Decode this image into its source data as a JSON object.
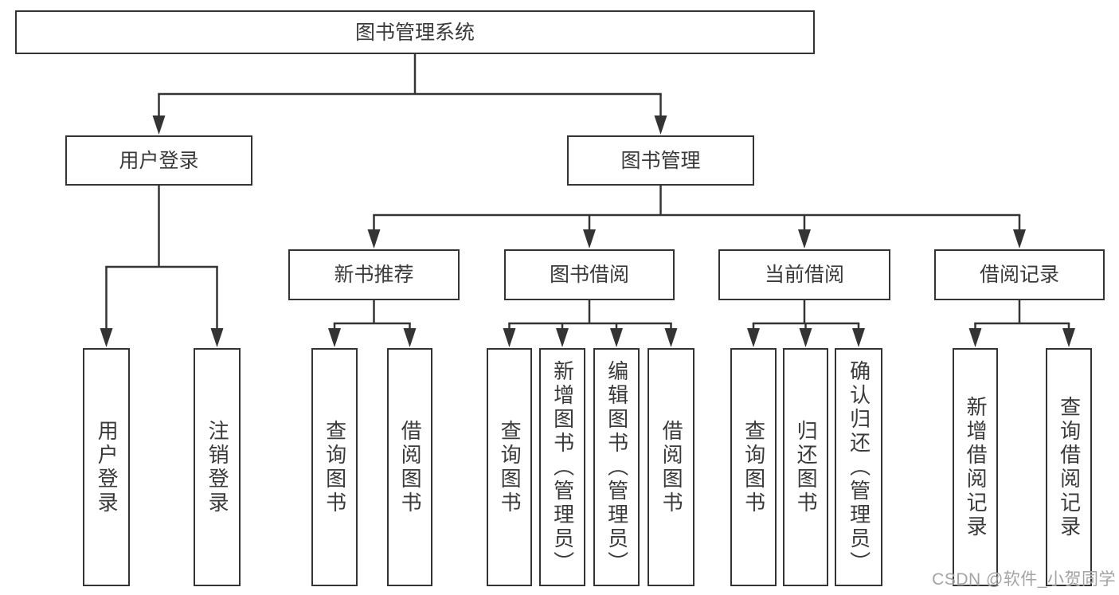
{
  "page": {
    "background": "#ffffff"
  },
  "colors": {
    "line": "#343434",
    "box_border": "#343434",
    "box_fill": "#ffffff",
    "text": "#3a3a3a",
    "watermark_text": "#9f9f9f"
  },
  "watermark": {
    "label": "CSDN @软件_小贺同学"
  },
  "diagram": {
    "title": "图书管理系统",
    "nodes": [
      {
        "id": "root",
        "label": "图书管理系统",
        "parent": null,
        "orientation": "horizontal"
      },
      {
        "id": "user-login",
        "label": "用户登录",
        "parent": "root",
        "orientation": "horizontal"
      },
      {
        "id": "book-mgmt",
        "label": "图书管理",
        "parent": "root",
        "orientation": "horizontal"
      },
      {
        "id": "new-book-rec",
        "label": "新书推荐",
        "parent": "book-mgmt",
        "orientation": "horizontal"
      },
      {
        "id": "book-borrow",
        "label": "图书借阅",
        "parent": "book-mgmt",
        "orientation": "horizontal"
      },
      {
        "id": "current-borrow",
        "label": "当前借阅",
        "parent": "book-mgmt",
        "orientation": "horizontal"
      },
      {
        "id": "borrow-record",
        "label": "借阅记录",
        "parent": "book-mgmt",
        "orientation": "horizontal"
      },
      {
        "id": "login-leaf",
        "label": "用户登录",
        "parent": "user-login",
        "orientation": "vertical"
      },
      {
        "id": "logout-leaf",
        "label": "注销登录",
        "parent": "user-login",
        "orientation": "vertical"
      },
      {
        "id": "rec-query-book",
        "label": "查询图书",
        "parent": "new-book-rec",
        "orientation": "vertical"
      },
      {
        "id": "rec-borrow-book",
        "label": "借阅图书",
        "parent": "new-book-rec",
        "orientation": "vertical"
      },
      {
        "id": "bb-query-book",
        "label": "查询图书",
        "parent": "book-borrow",
        "orientation": "vertical"
      },
      {
        "id": "bb-add-book",
        "label": "新增图书（管理员）",
        "parent": "book-borrow",
        "orientation": "vertical"
      },
      {
        "id": "bb-edit-book",
        "label": "编辑图书（管理员）",
        "parent": "book-borrow",
        "orientation": "vertical"
      },
      {
        "id": "bb-borrow-book",
        "label": "借阅图书",
        "parent": "book-borrow",
        "orientation": "vertical"
      },
      {
        "id": "cb-query-book",
        "label": "查询图书",
        "parent": "current-borrow",
        "orientation": "vertical"
      },
      {
        "id": "cb-return-book",
        "label": "归还图书",
        "parent": "current-borrow",
        "orientation": "vertical"
      },
      {
        "id": "cb-confirm-return",
        "label": "确认归还（管理员）",
        "parent": "current-borrow",
        "orientation": "vertical"
      },
      {
        "id": "br-add-record",
        "label": "新增借阅记录",
        "parent": "borrow-record",
        "orientation": "vertical"
      },
      {
        "id": "br-query-record",
        "label": "查询借阅记录",
        "parent": "borrow-record",
        "orientation": "vertical"
      }
    ]
  }
}
